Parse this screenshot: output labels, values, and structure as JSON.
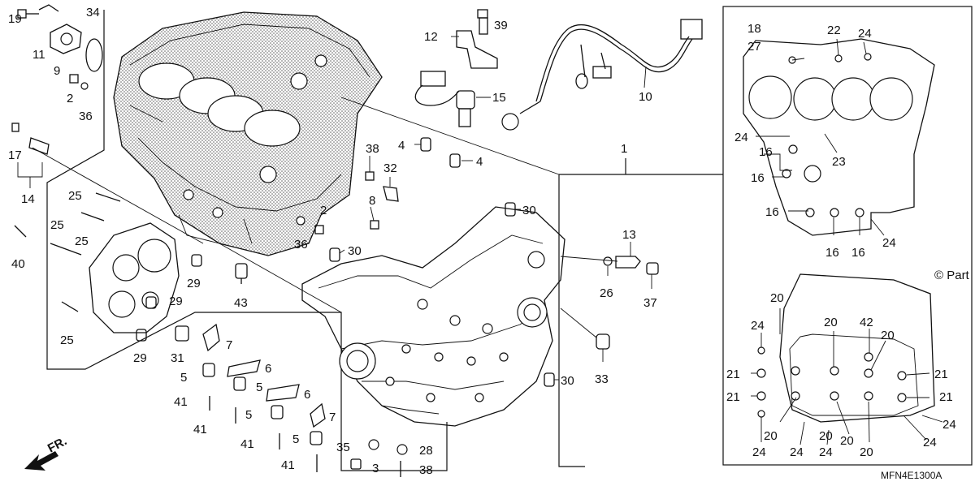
{
  "diagram": {
    "code": "MFN4E1300A",
    "watermark": "© Part",
    "direction": "FR.",
    "callouts": [
      {
        "id": "c19a",
        "text": "19"
      },
      {
        "id": "c34",
        "text": "34"
      },
      {
        "id": "c11",
        "text": "11"
      },
      {
        "id": "c9",
        "text": "9"
      },
      {
        "id": "c2a",
        "text": "2"
      },
      {
        "id": "c36a",
        "text": "36"
      },
      {
        "id": "c17",
        "text": "17"
      },
      {
        "id": "c14",
        "text": "14"
      },
      {
        "id": "c25a",
        "text": "25"
      },
      {
        "id": "c25b",
        "text": "25"
      },
      {
        "id": "c25c",
        "text": "25"
      },
      {
        "id": "c25d",
        "text": "25"
      },
      {
        "id": "c40",
        "text": "40"
      },
      {
        "id": "c29a",
        "text": "29"
      },
      {
        "id": "c29b",
        "text": "29"
      },
      {
        "id": "c29c",
        "text": "29"
      },
      {
        "id": "c31",
        "text": "31"
      },
      {
        "id": "c43",
        "text": "43"
      },
      {
        "id": "c36b",
        "text": "36"
      },
      {
        "id": "c2b",
        "text": "2"
      },
      {
        "id": "c12",
        "text": "12"
      },
      {
        "id": "c39",
        "text": "39"
      },
      {
        "id": "c15",
        "text": "15"
      },
      {
        "id": "c10",
        "text": "10"
      },
      {
        "id": "c1",
        "text": "1"
      },
      {
        "id": "c38a",
        "text": "38"
      },
      {
        "id": "c4a",
        "text": "4"
      },
      {
        "id": "c4b",
        "text": "4"
      },
      {
        "id": "c32",
        "text": "32"
      },
      {
        "id": "c8",
        "text": "8"
      },
      {
        "id": "c30a",
        "text": "30"
      },
      {
        "id": "c30b",
        "text": "30"
      },
      {
        "id": "c30c",
        "text": "30"
      },
      {
        "id": "c13",
        "text": "13"
      },
      {
        "id": "c26",
        "text": "26"
      },
      {
        "id": "c37",
        "text": "37"
      },
      {
        "id": "c33",
        "text": "33"
      },
      {
        "id": "c7a",
        "text": "7"
      },
      {
        "id": "c6a",
        "text": "6"
      },
      {
        "id": "c5a",
        "text": "5"
      },
      {
        "id": "c5b",
        "text": "5"
      },
      {
        "id": "c41a",
        "text": "41"
      },
      {
        "id": "c6b",
        "text": "6"
      },
      {
        "id": "c5c",
        "text": "5"
      },
      {
        "id": "c41b",
        "text": "41"
      },
      {
        "id": "c7b",
        "text": "7"
      },
      {
        "id": "c5d",
        "text": "5"
      },
      {
        "id": "c41c",
        "text": "41"
      },
      {
        "id": "c41d",
        "text": "41"
      },
      {
        "id": "c35",
        "text": "35"
      },
      {
        "id": "c3",
        "text": "3"
      },
      {
        "id": "c28",
        "text": "28"
      },
      {
        "id": "c38b",
        "text": "38"
      },
      {
        "id": "c18",
        "text": "18"
      },
      {
        "id": "c27",
        "text": "27"
      },
      {
        "id": "c22",
        "text": "22"
      },
      {
        "id": "c24a",
        "text": "24"
      },
      {
        "id": "c24b",
        "text": "24"
      },
      {
        "id": "c23",
        "text": "23"
      },
      {
        "id": "c16a",
        "text": "16"
      },
      {
        "id": "c16b",
        "text": "16"
      },
      {
        "id": "c16c",
        "text": "16"
      },
      {
        "id": "c16d",
        "text": "16"
      },
      {
        "id": "c16e",
        "text": "16"
      },
      {
        "id": "c24c",
        "text": "24"
      },
      {
        "id": "c20a",
        "text": "20"
      },
      {
        "id": "c24d",
        "text": "24"
      },
      {
        "id": "c20b",
        "text": "20"
      },
      {
        "id": "c42",
        "text": "42"
      },
      {
        "id": "c20c",
        "text": "20"
      },
      {
        "id": "c21a",
        "text": "21"
      },
      {
        "id": "c21b",
        "text": "21"
      },
      {
        "id": "c21c",
        "text": "21"
      },
      {
        "id": "c21d",
        "text": "21"
      },
      {
        "id": "c24e",
        "text": "24"
      },
      {
        "id": "c20d",
        "text": "20"
      },
      {
        "id": "c24f",
        "text": "24"
      },
      {
        "id": "c20e",
        "text": "20"
      },
      {
        "id": "c20f",
        "text": "20"
      },
      {
        "id": "c24g",
        "text": "24"
      },
      {
        "id": "c24h",
        "text": "24"
      },
      {
        "id": "c24i",
        "text": "24"
      },
      {
        "id": "c20g",
        "text": "20"
      }
    ]
  }
}
